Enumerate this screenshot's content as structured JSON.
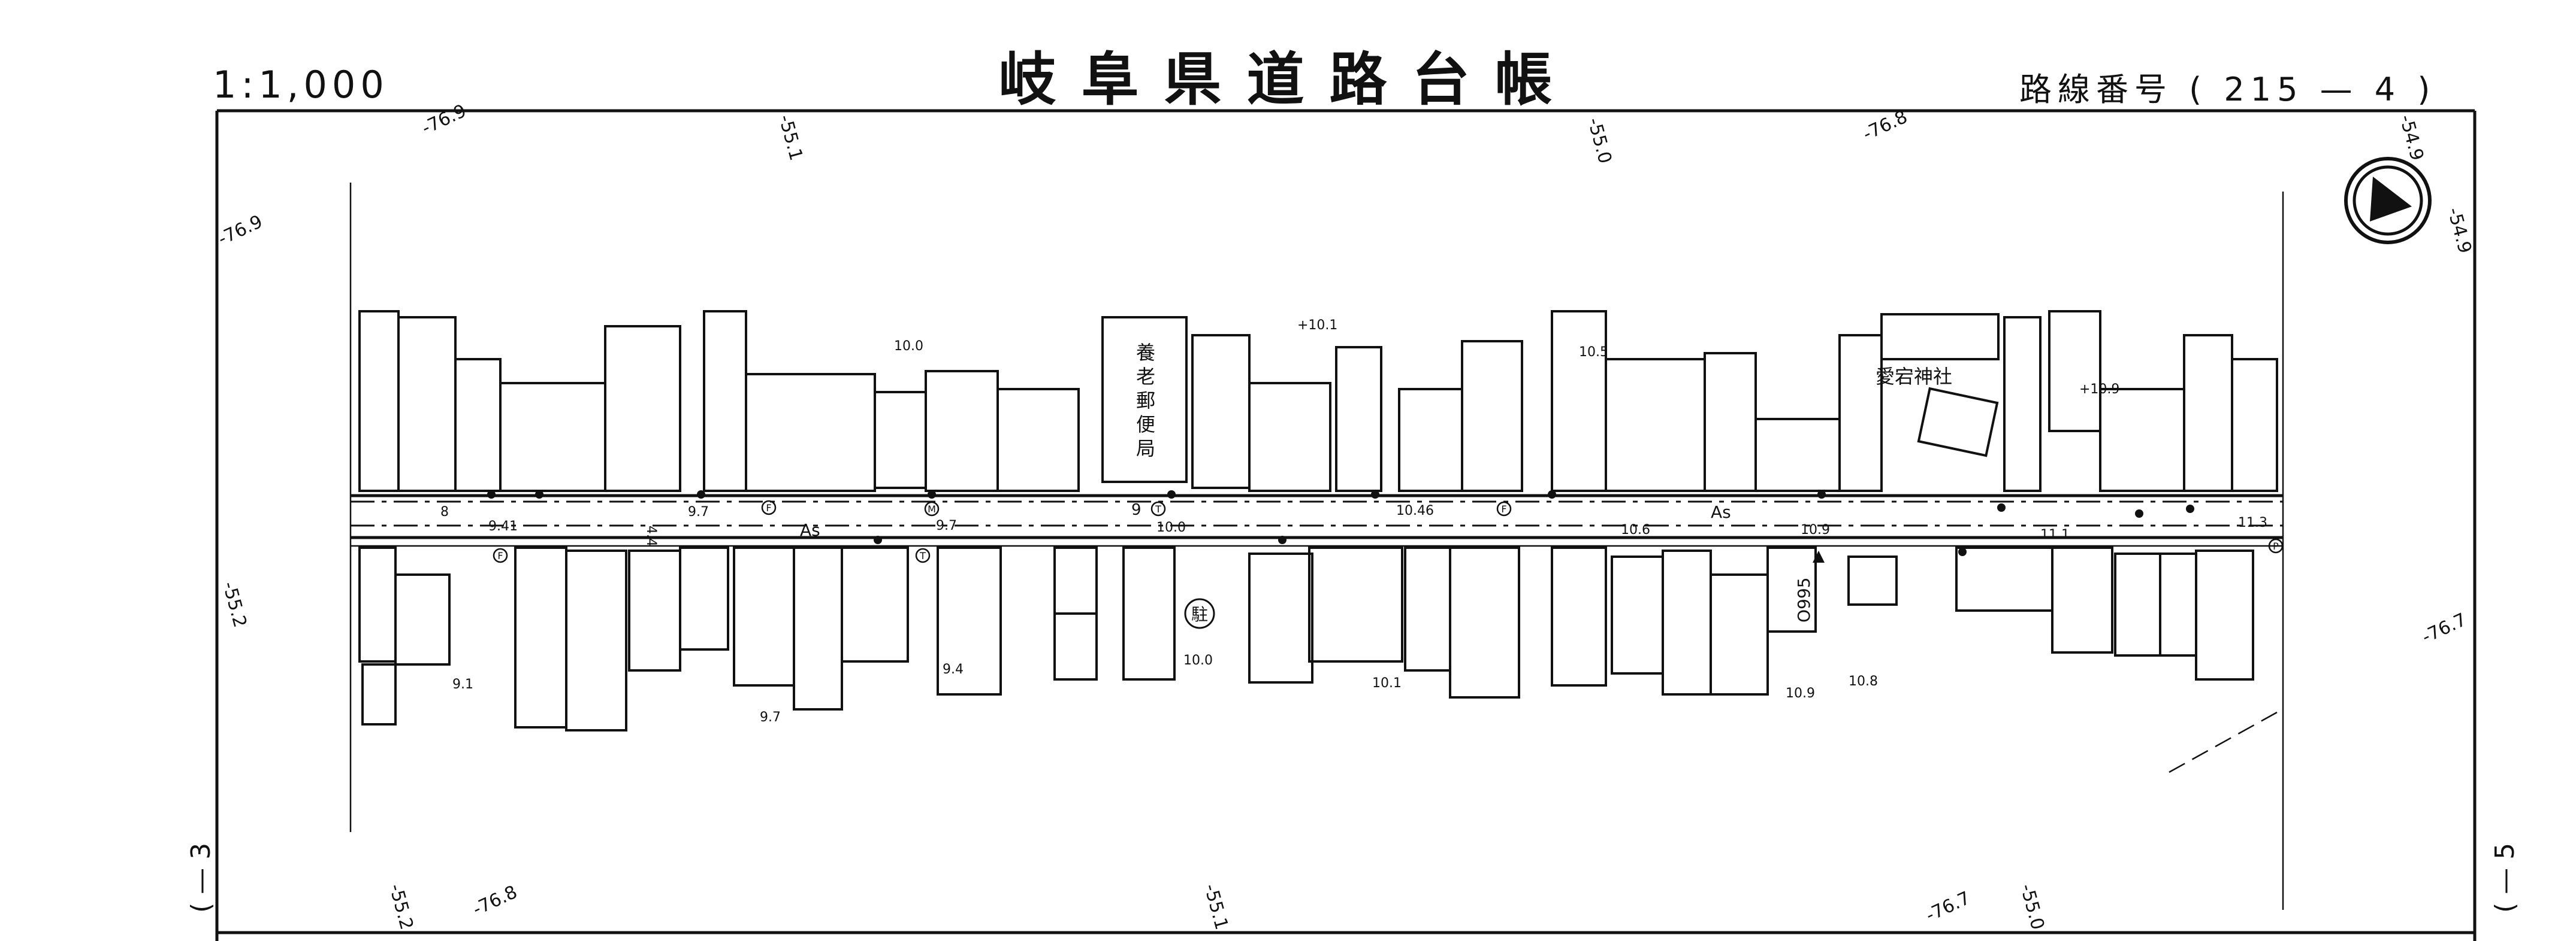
{
  "header": {
    "title": "岐阜県道路台帳",
    "scale": "1:1,000",
    "route_label": "路線番号",
    "route_number": "( 215 — 4 )"
  },
  "sheet_edges": {
    "left": "( — 3",
    "right": "( — 5"
  },
  "coordinates": {
    "c1": "-76.9",
    "c2": "-55.1",
    "c3": "-55.0",
    "c4": "-76.8",
    "c5": "-54.9",
    "c6": "-54.9",
    "c7": "-76.9",
    "c8": "-55.2",
    "c9": "-76.7",
    "c10": "-55.2",
    "c11": "-76.8",
    "c12": "-55.1",
    "c13": "-76.7",
    "c14": "-55.0"
  },
  "landmarks": {
    "post_office": "養老郵便局",
    "shrine": "愛宕神社",
    "parking": "駐",
    "pavement_west": "As",
    "pavement_east": "As",
    "chainage": "O995"
  },
  "elevations": {
    "e1": "8",
    "e2": "9.41",
    "e3": "9.7",
    "e4": "4.4",
    "e5": "10.0",
    "e6": "9.7",
    "e7": "9",
    "e8": "10.0",
    "e9": "+10.1",
    "e10": "10.46",
    "e11": "10.5",
    "e12": "10.6",
    "e13": "10.9",
    "e14": "+10.9",
    "e15": "11.1",
    "e16": "11.3",
    "e17": "9.1",
    "e18": "9.7",
    "e19": "9.4",
    "e20": "10.0",
    "e21": "10.1",
    "e22": "10.9",
    "e23": "10.8"
  },
  "symbols": {
    "F": "F",
    "M": "M",
    "T": "T",
    "P": "P"
  }
}
